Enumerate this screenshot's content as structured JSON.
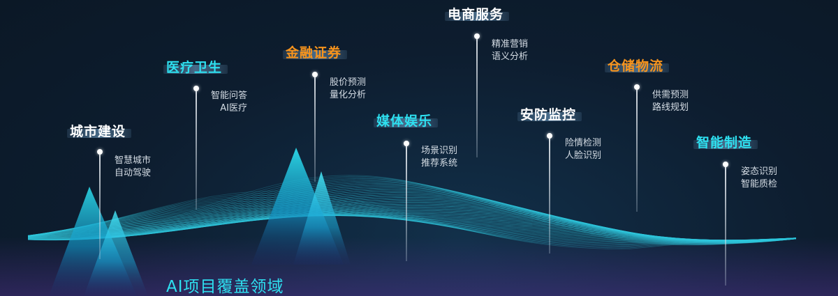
{
  "footer_title": "AI项目覆盖领域",
  "colors": {
    "white": "#ffffff",
    "cyan": "#2ee0f0",
    "orange": "#f7941d",
    "wave": "#2fc6dc",
    "mountain": "#19c8e8"
  },
  "domains": [
    {
      "id": "city",
      "title": "城市建设",
      "title_color": "white",
      "items": [
        "智慧城市",
        "自动驾驶"
      ]
    },
    {
      "id": "medical",
      "title": "医疗卫生",
      "title_color": "cyan",
      "items": [
        "智能问答",
        "AI医疗"
      ]
    },
    {
      "id": "finance",
      "title": "金融证券",
      "title_color": "orange",
      "items": [
        "股价预测",
        "量化分析"
      ]
    },
    {
      "id": "media",
      "title": "媒体娱乐",
      "title_color": "cyan",
      "items": [
        "场景识别",
        "推荐系统"
      ]
    },
    {
      "id": "ecommerce",
      "title": "电商服务",
      "title_color": "white",
      "items": [
        "精准营销",
        "语义分析"
      ]
    },
    {
      "id": "security",
      "title": "安防监控",
      "title_color": "white",
      "items": [
        "险情检测",
        "人脸识别"
      ]
    },
    {
      "id": "logistics",
      "title": "仓储物流",
      "title_color": "orange",
      "items": [
        "供需预测",
        "路线规划"
      ]
    },
    {
      "id": "manufacturing",
      "title": "智能制造",
      "title_color": "cyan",
      "items": [
        "姿态识别",
        "智能质检"
      ]
    }
  ]
}
